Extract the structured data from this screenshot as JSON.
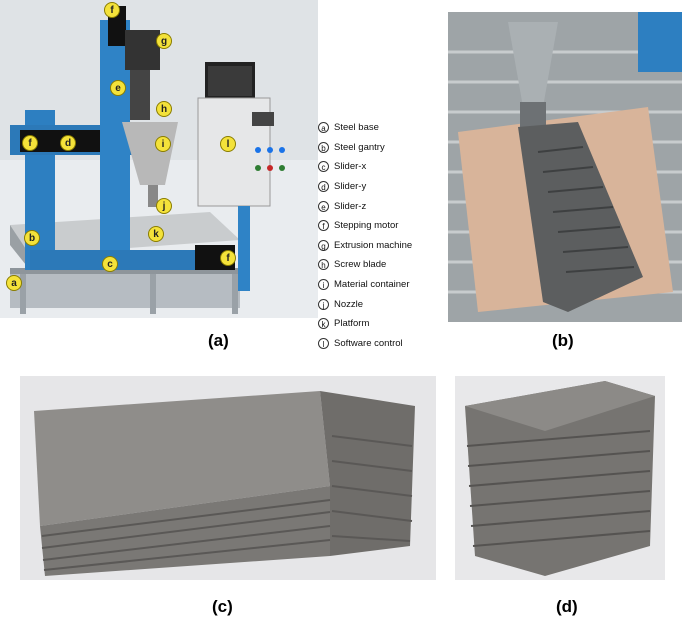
{
  "captions": {
    "a": "(a)",
    "b": "(b)",
    "c": "(c)",
    "d": "(d)"
  },
  "legend": [
    {
      "letter": "a",
      "label": "Steel base"
    },
    {
      "letter": "b",
      "label": "Steel gantry"
    },
    {
      "letter": "c",
      "label": "Slider-x"
    },
    {
      "letter": "d",
      "label": "Slider-y"
    },
    {
      "letter": "e",
      "label": "Slider-z"
    },
    {
      "letter": "f",
      "label": "Stepping motor"
    },
    {
      "letter": "g",
      "label": "Extrusion machine"
    },
    {
      "letter": "h",
      "label": "Screw blade"
    },
    {
      "letter": "i",
      "label": "Material container"
    },
    {
      "letter": "j",
      "label": "Nozzle"
    },
    {
      "letter": "k",
      "label": "Platform"
    },
    {
      "letter": "l",
      "label": "Software control"
    }
  ],
  "callouts": {
    "a": "a",
    "b": "b",
    "c": "c",
    "d": "d",
    "e": "e",
    "f1": "f",
    "f2": "f",
    "f3": "f",
    "g": "g",
    "h": "h",
    "i": "i",
    "j": "j",
    "k": "k",
    "l": "l"
  }
}
